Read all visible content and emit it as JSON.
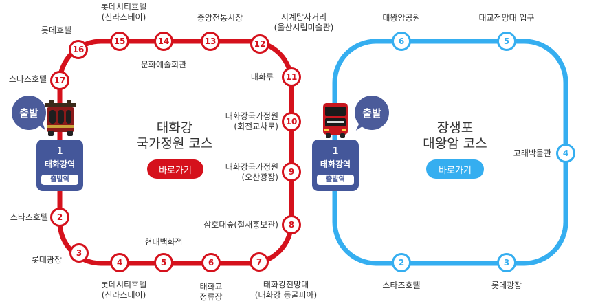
{
  "colors": {
    "red_line": "#d5111c",
    "blue_line": "#35aef0",
    "station_box": "#44579a",
    "speech": "#4b5b9a"
  },
  "red_course": {
    "title_line1": "태화강",
    "title_line2": "국가정원 코스",
    "button": "바로가기",
    "start_bubble": "출발",
    "start_station": {
      "number": "1",
      "name": "태화강역",
      "badge": "출발역"
    },
    "stops": {
      "s2": {
        "num": "2",
        "label": "스타즈호텔"
      },
      "s3": {
        "num": "3",
        "label": "롯데광장"
      },
      "s4": {
        "num": "4",
        "label1": "롯데시티호텔",
        "label2": "(신라스테이)"
      },
      "s5": {
        "num": "5",
        "label": "현대백화점"
      },
      "s6": {
        "num": "6",
        "label1": "태화교",
        "label2": "정류장"
      },
      "s7": {
        "num": "7",
        "label1": "태화강전망대",
        "label2": "(태화강 동굴피아)"
      },
      "s8": {
        "num": "8",
        "label": "삼호대숲(철새홍보관)"
      },
      "s9": {
        "num": "9",
        "label1": "태화강국가정원",
        "label2": "(오산광장)"
      },
      "s10": {
        "num": "10",
        "label1": "태화강국가정원",
        "label2": "(회전교차로)"
      },
      "s11": {
        "num": "11",
        "label": "태화루"
      },
      "s12": {
        "num": "12",
        "label1": "시계탑사거리",
        "label2": "(울산시립미술관)"
      },
      "s13": {
        "num": "13",
        "label": "중앙전통시장"
      },
      "s14": {
        "num": "14",
        "label": "문화예술회관"
      },
      "s15": {
        "num": "15",
        "label1": "롯데시티호텔",
        "label2": "(신라스테이)"
      },
      "s16": {
        "num": "16",
        "label": "롯데호텔"
      },
      "s17": {
        "num": "17",
        "label": "스타즈호텔"
      }
    }
  },
  "blue_course": {
    "title_line1": "장생포",
    "title_line2": "대왕암 코스",
    "button": "바로가기",
    "start_bubble": "출발",
    "start_station": {
      "number": "1",
      "name": "태화강역",
      "badge": "출발역"
    },
    "stops": {
      "s2": {
        "num": "2",
        "label": "스타즈호텔"
      },
      "s3": {
        "num": "3",
        "label": "롯데광장"
      },
      "s4": {
        "num": "4",
        "label": "고래박물관"
      },
      "s5": {
        "num": "5",
        "label": "대교전망대 입구"
      },
      "s6": {
        "num": "6",
        "label": "대왕암공원"
      }
    }
  }
}
